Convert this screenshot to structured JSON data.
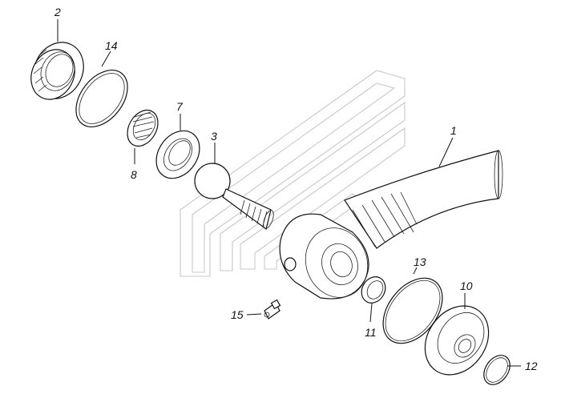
{
  "diagram": {
    "callouts": [
      {
        "id": "c1",
        "label": "1"
      },
      {
        "id": "c2",
        "label": "2"
      },
      {
        "id": "c3",
        "label": "3"
      },
      {
        "id": "c7",
        "label": "7"
      },
      {
        "id": "c8",
        "label": "8"
      },
      {
        "id": "c10",
        "label": "10"
      },
      {
        "id": "c11",
        "label": "11"
      },
      {
        "id": "c12",
        "label": "12"
      },
      {
        "id": "c13",
        "label": "13"
      },
      {
        "id": "c14",
        "label": "14"
      },
      {
        "id": "c15",
        "label": "15"
      }
    ]
  }
}
